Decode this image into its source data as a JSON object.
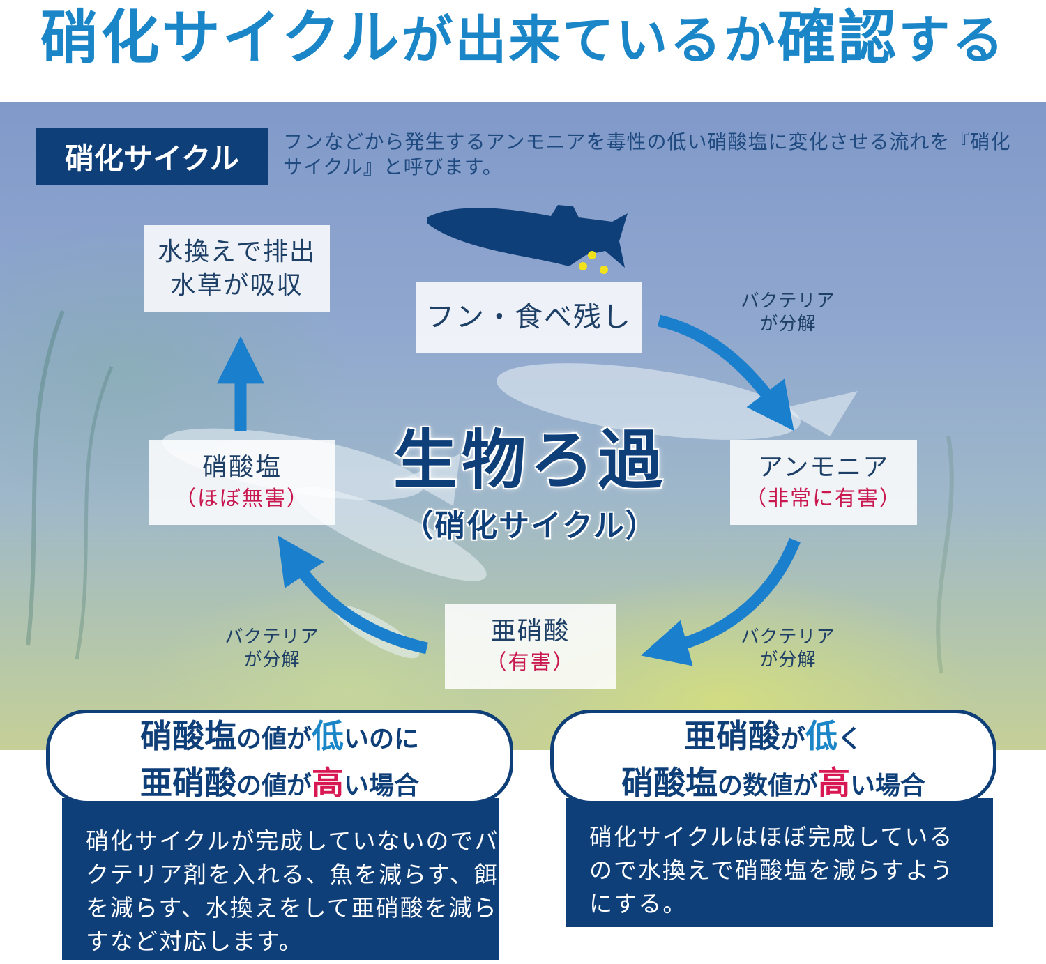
{
  "title": {
    "part1": "硝化サイクル",
    "part2": "が出来ているか",
    "part3": "確認",
    "part4": "する"
  },
  "cycle_label": "硝化サイクル",
  "cycle_description": "フンなどから発生するアンモニアを毒性の低い硝酸塩に変化させる流れを『硝化サイクル』と呼びます。",
  "nodes": {
    "waste": {
      "label": "フン・食べ残し"
    },
    "ammonia": {
      "label": "アンモニア",
      "note": "（非常に有害）"
    },
    "nitrite": {
      "label": "亜硝酸",
      "note": "（有害）"
    },
    "nitrate": {
      "label": "硝酸塩",
      "note": "（ほぼ無害）"
    },
    "removal": {
      "line1": "水換えで排出",
      "line2": "水草が吸収"
    }
  },
  "bacteria_labels": {
    "right_top": {
      "line1": "バクテリア",
      "line2": "が分解"
    },
    "right_bottom": {
      "line1": "バクテリア",
      "line2": "が分解"
    },
    "left_bottom": {
      "line1": "バクテリア",
      "line2": "が分解"
    }
  },
  "center": {
    "title": "生物ろ過",
    "subtitle": "（硝化サイクル）"
  },
  "cases": [
    {
      "heading": {
        "a": "硝酸塩",
        "b": "の値が",
        "c": "低",
        "d": "いのに",
        "e": "亜硝酸",
        "f": "の値が",
        "g": "高",
        "h": "い場合"
      },
      "body": "硝化サイクルが完成していないのでバクテリア剤を入れる、魚を減らす、餌を減らす、水換えをして亜硝酸を減らすなど対応します。"
    },
    {
      "heading": {
        "a": "亜硝酸",
        "b": "が",
        "c": "低",
        "d": "く",
        "e": "硝酸塩",
        "f": "の数値が",
        "g": "高",
        "h": "い場合"
      },
      "body": "硝化サイクルはほぼ完成しているので水換えで硝酸塩を減らすようにする。"
    }
  ],
  "colors": {
    "title_blue": "#1a86c8",
    "navy": "#0f3f78",
    "arrow_blue": "#1a7fcc",
    "harmful_red": "#c8184f",
    "highlight_red": "#d71852",
    "pellet_yellow": "#f2e21c"
  },
  "icons": [
    "medaka-fish-icon",
    "food-pellet-icon",
    "arrow-icon"
  ]
}
